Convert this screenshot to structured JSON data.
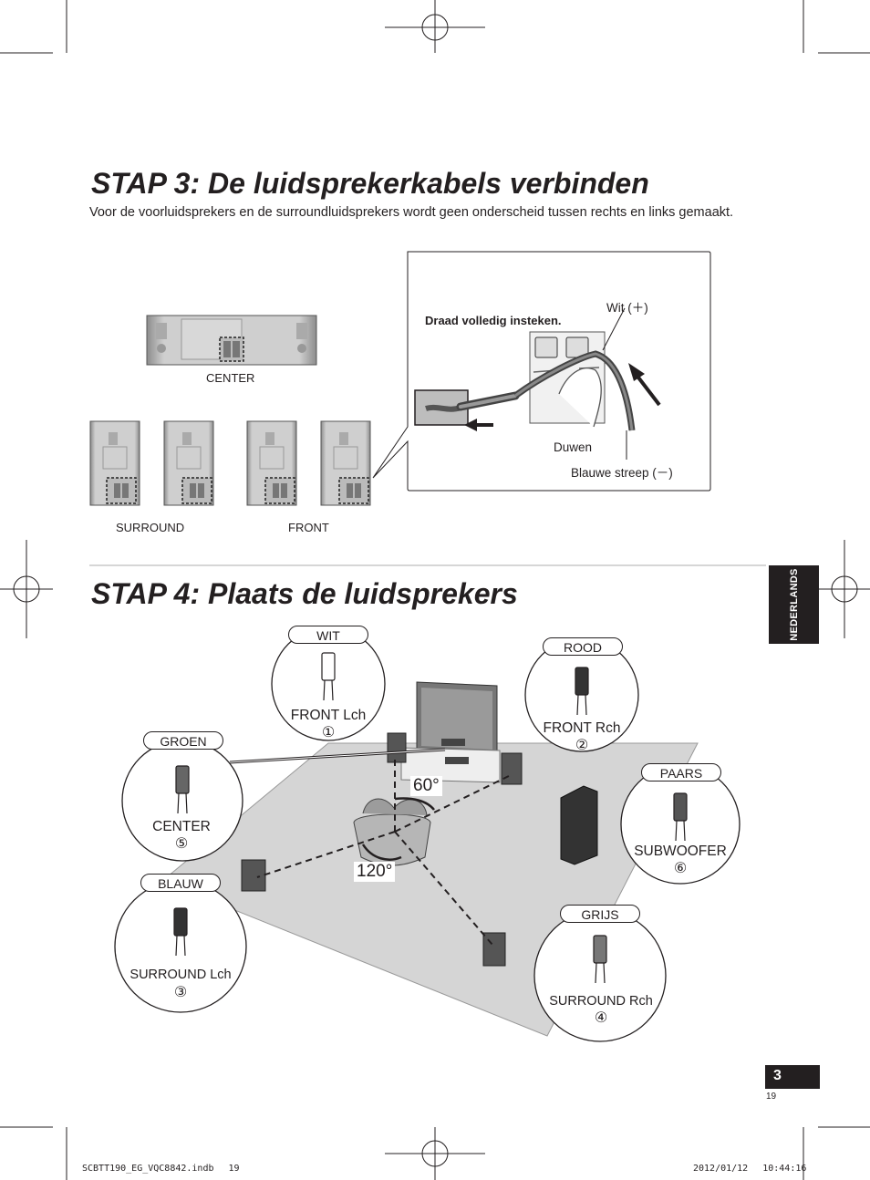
{
  "step3": {
    "title": "STAP 3: De luidsprekerkabels verbinden",
    "intro": "Voor de voorluidsprekers en de surroundluidsprekers wordt geen onderscheid tussen rechts en links gemaakt.",
    "labels": {
      "center": "CENTER",
      "surround": "SURROUND",
      "front": "FRONT"
    },
    "detail": {
      "instruction": "Draad volledig insteken.",
      "white": "Wit (＋)",
      "push": "Duwen",
      "blue_stripe": "Blauwe streep (－)"
    }
  },
  "step4": {
    "title": "STAP 4: Plaats de luidsprekers",
    "angle_front": "60°",
    "angle_surround": "120°",
    "connectors": [
      {
        "color_label": "WIT",
        "name": "FRONT Lch",
        "num": "①"
      },
      {
        "color_label": "ROOD",
        "name": "FRONT Rch",
        "num": "②"
      },
      {
        "color_label": "GROEN",
        "name": "CENTER",
        "num": "⑤"
      },
      {
        "color_label": "PAARS",
        "name": "SUBWOOFER",
        "num": "⑥"
      },
      {
        "color_label": "BLAUW",
        "name": "SURROUND Lch",
        "num": "③"
      },
      {
        "color_label": "GRIJS",
        "name": "SURROUND Rch",
        "num": "④"
      }
    ]
  },
  "side_tab": "NEDERLANDS",
  "page_number": "3",
  "page_small": "19",
  "footer": {
    "file": "SCBTT190_EG_VQC8842.indb　 19",
    "timestamp": "2012/01/12　 10:44:16"
  }
}
